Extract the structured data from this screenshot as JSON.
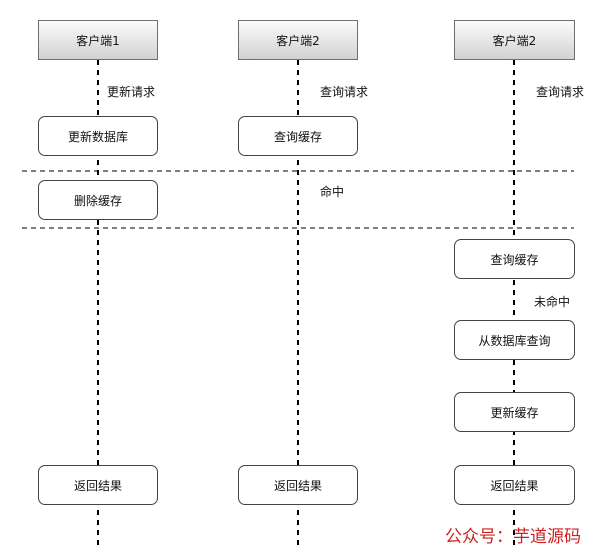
{
  "clients": [
    {
      "header": "客户端1",
      "request": "更新请求"
    },
    {
      "header": "客户端2",
      "request": "查询请求"
    },
    {
      "header": "客户端2",
      "request": "查询请求"
    }
  ],
  "client1_steps": [
    "更新数据库",
    "删除缓存",
    "返回结果"
  ],
  "client2_steps": [
    "查询缓存",
    "返回结果"
  ],
  "client2_note": "命中",
  "client3_steps": [
    "查询缓存",
    "从数据库查询",
    "更新缓存",
    "返回结果"
  ],
  "client3_note": "未命中",
  "watermark": "公众号：芋道源码"
}
